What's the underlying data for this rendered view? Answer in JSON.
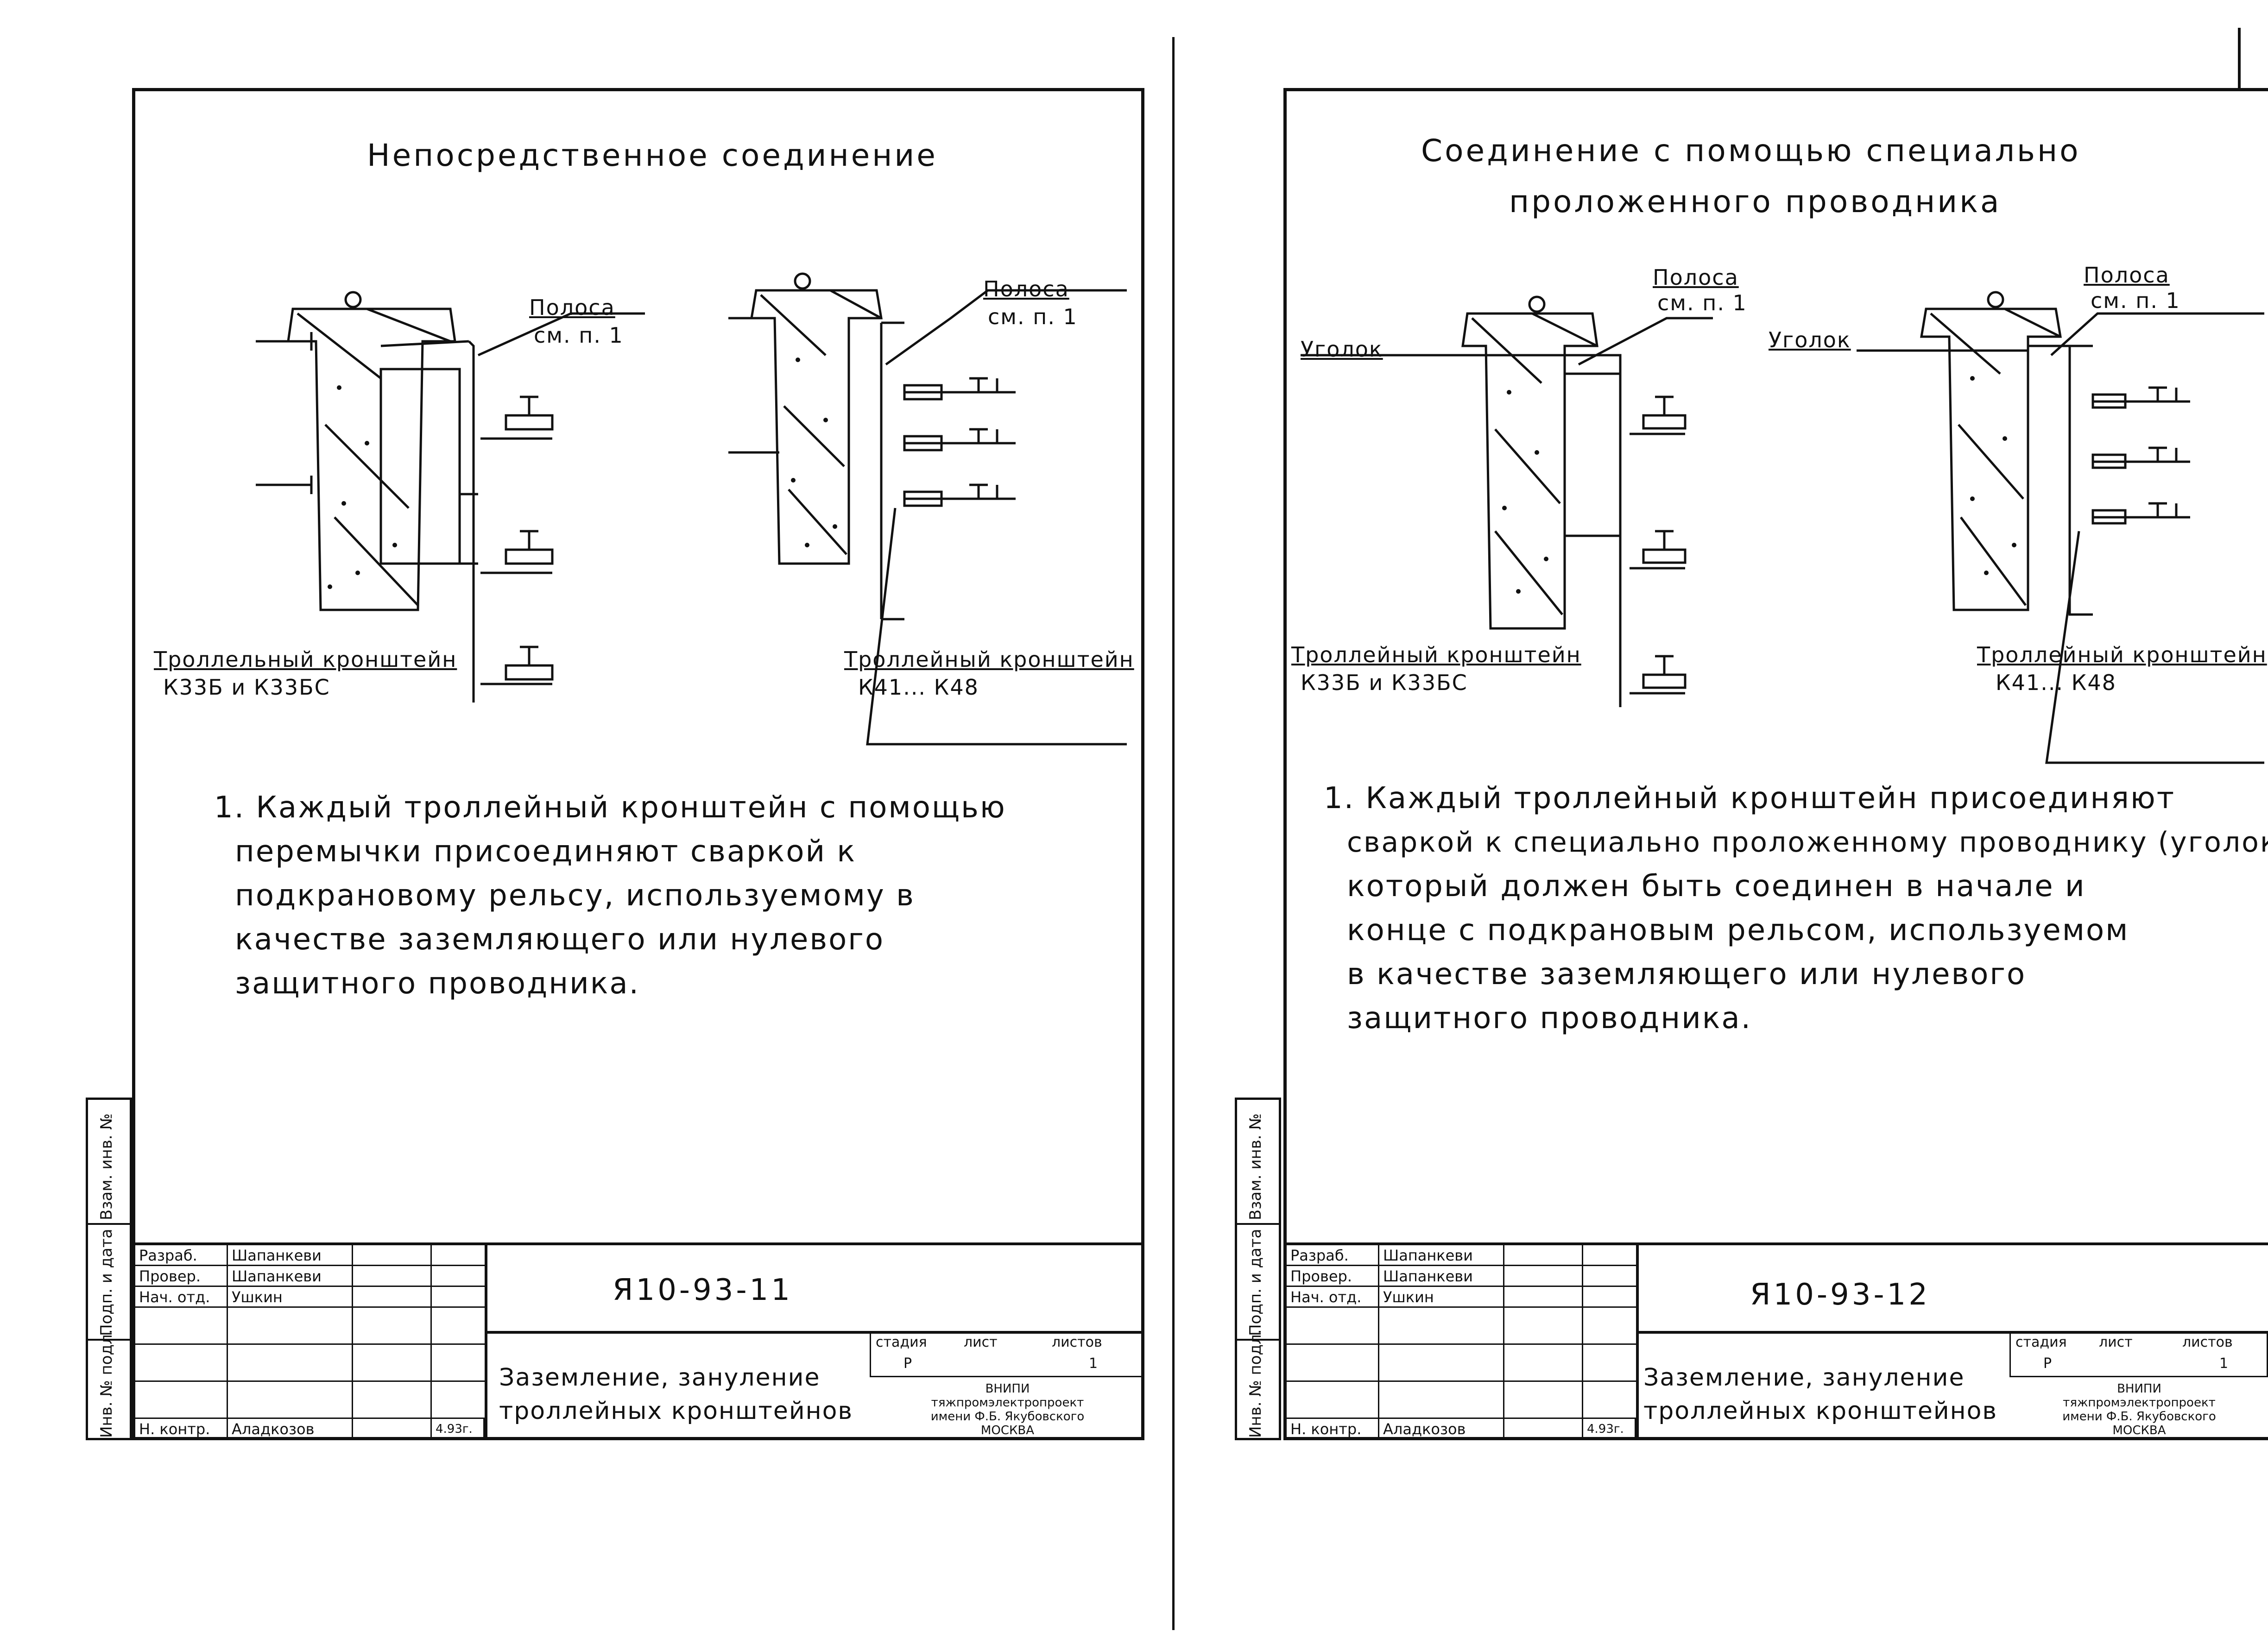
{
  "left": {
    "title": "Непосредственное  соединение",
    "label_strip": "Полоса",
    "label_strip_ref": "см. п. 1",
    "label_strip2": "Полоса",
    "label_strip2_ref": "см. п. 1",
    "label_bracket_1": "Троллельный кронштейн",
    "label_bracket_1_models": "К33Б и К33БС",
    "label_bracket_2": "Троллейный кронштейн",
    "label_bracket_2_models": "К41... К48",
    "note_lines": [
      "1. Каждый троллейный кронштейн с помощью",
      "перемычки присоединяют сваркой к",
      "подкрановому рельсу, используемому в",
      "качестве заземляющего или нулевого",
      "защитного проводника."
    ],
    "title_block": {
      "rows": [
        {
          "role": "Разраб.",
          "name": "Шапанкеви"
        },
        {
          "role": "Провер.",
          "name": "Шапанкеви"
        },
        {
          "role": "Нач. отд.",
          "name": "Ушкин"
        },
        {
          "role": "",
          "name": ""
        },
        {
          "role": "",
          "name": ""
        },
        {
          "role": "",
          "name": ""
        },
        {
          "role": "Н. контр.",
          "name": "Аладкозов",
          "date": "4.93г."
        }
      ],
      "code": "Я10-93-11",
      "name_lines": [
        "Заземление, зануление",
        "троллейных кронштейнов"
      ],
      "stage_header": [
        "стадия",
        "лист",
        "листов"
      ],
      "stage_values": [
        "Р",
        "",
        "1"
      ],
      "org_lines": [
        "ВНИПИ",
        "тяжпромэлектропроект",
        "имени Ф.Б. Якубовского",
        "МОСКВА"
      ]
    },
    "margin_labels": [
      "Инв. № подл.",
      "Подп. и дата",
      "Взам. инв. №"
    ]
  },
  "right": {
    "title_line_1": "Соединение с помощью  специально",
    "title_line_2": "проложенного  проводника",
    "label_strip": "Полоса",
    "label_strip_ref": "см. п. 1",
    "label_strip2": "Полоса",
    "label_strip2_ref": "см. п. 1",
    "label_angle_1": "Уголок",
    "label_angle_2": "Уголок",
    "label_bracket_1": "Троллейный кронштейн",
    "label_bracket_1_models": "К33Б и К33БС",
    "label_bracket_2": "Троллейный кронштейн",
    "label_bracket_2_models": "К41... К48",
    "note_lines": [
      "1. Каждый троллейный кронштейн присоединяют",
      "сваркой к специально проложенному проводнику (уголок),",
      "который должен быть соединен в начале и",
      "конце с подкрановым рельсом, используемом",
      "в качестве заземляющего или нулевого",
      "защитного проводника."
    ],
    "title_block": {
      "rows": [
        {
          "role": "Разраб.",
          "name": "Шапанкеви"
        },
        {
          "role": "Провер.",
          "name": "Шапанкеви"
        },
        {
          "role": "Нач. отд.",
          "name": "Ушкин"
        },
        {
          "role": "",
          "name": ""
        },
        {
          "role": "",
          "name": ""
        },
        {
          "role": "",
          "name": ""
        },
        {
          "role": "Н. контр.",
          "name": "Аладкозов",
          "date": "4.93г."
        }
      ],
      "code": "Я10-93-12",
      "name_lines": [
        "Заземление, зануление",
        "троллейных кронштейнов"
      ],
      "stage_header": [
        "стадия",
        "лист",
        "листов"
      ],
      "stage_values": [
        "Р",
        "",
        "1"
      ],
      "org_lines": [
        "ВНИПИ",
        "тяжпромэлектропроект",
        "имени Ф.Б. Якубовского",
        "МОСКВА"
      ]
    },
    "margin_labels": [
      "Инв. № подл.",
      "Подп. и дата",
      "Взам. инв. №"
    ]
  },
  "colors": {
    "ink": "#111111",
    "paper": "#ffffff"
  }
}
